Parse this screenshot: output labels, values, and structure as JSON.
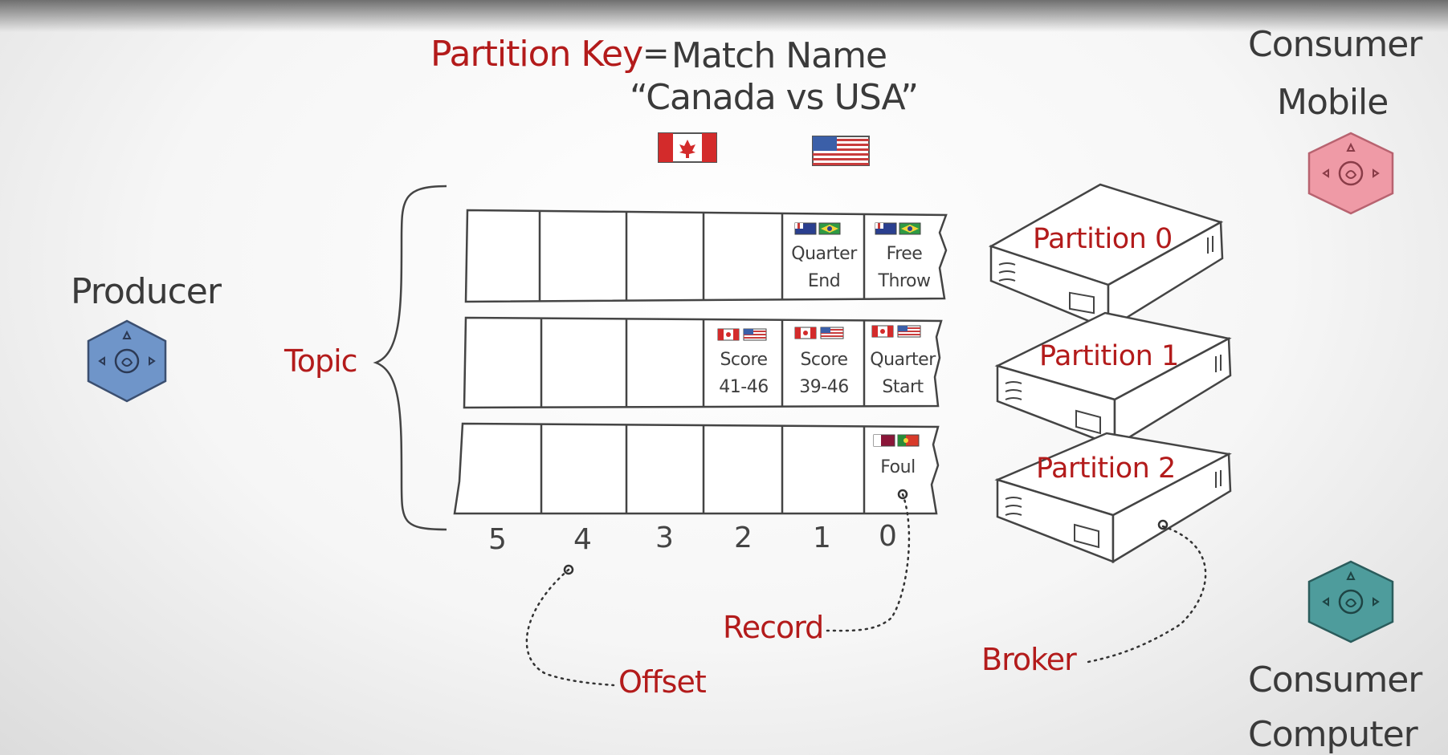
{
  "header": {
    "partition_key": "Partition Key",
    "equals": "=",
    "match_name": "Match Name",
    "match_value": "“Canada vs USA”"
  },
  "producer": {
    "label": "Producer",
    "icon": "producer-hex-icon",
    "color": "#6f95c9"
  },
  "consumer_mobile": {
    "line1": "Consumer",
    "line2": "Mobile",
    "icon": "consumer-hex-icon",
    "color": "#ef9aa6"
  },
  "consumer_computer": {
    "line1": "Consumer",
    "line2": "Computer",
    "icon": "consumer-hex-icon",
    "color": "#4e9c9c"
  },
  "topic_label": "Topic",
  "rows": [
    {
      "cells": [
        {
          "offset": 1,
          "line1": "Quarter",
          "line2": "End",
          "flags": [
            "australia",
            "brazil"
          ]
        },
        {
          "offset": 0,
          "line1": "Free",
          "line2": "Throw",
          "flags": [
            "australia",
            "brazil"
          ]
        }
      ]
    },
    {
      "cells": [
        {
          "offset": 2,
          "line1": "Score",
          "line2": "41-46",
          "flags": [
            "canada",
            "usa"
          ]
        },
        {
          "offset": 1,
          "line1": "Score",
          "line2": "39-46",
          "flags": [
            "canada",
            "usa"
          ]
        },
        {
          "offset": 0,
          "line1": "Quarter",
          "line2": "Start",
          "flags": [
            "canada",
            "usa"
          ]
        }
      ]
    },
    {
      "cells": [
        {
          "offset": 0,
          "line1": "Foul",
          "line2": "",
          "flags": [
            "qatar",
            "portugal"
          ]
        }
      ]
    }
  ],
  "offsets": [
    "5",
    "4",
    "3",
    "2",
    "1",
    "0"
  ],
  "partitions": [
    "Partition 0",
    "Partition 1",
    "Partition 2"
  ],
  "annotations": {
    "offset": "Offset",
    "record": "Record",
    "broker": "Broker"
  },
  "colors": {
    "accent_red": "#b31b1b",
    "ink": "#3a3a3a"
  }
}
